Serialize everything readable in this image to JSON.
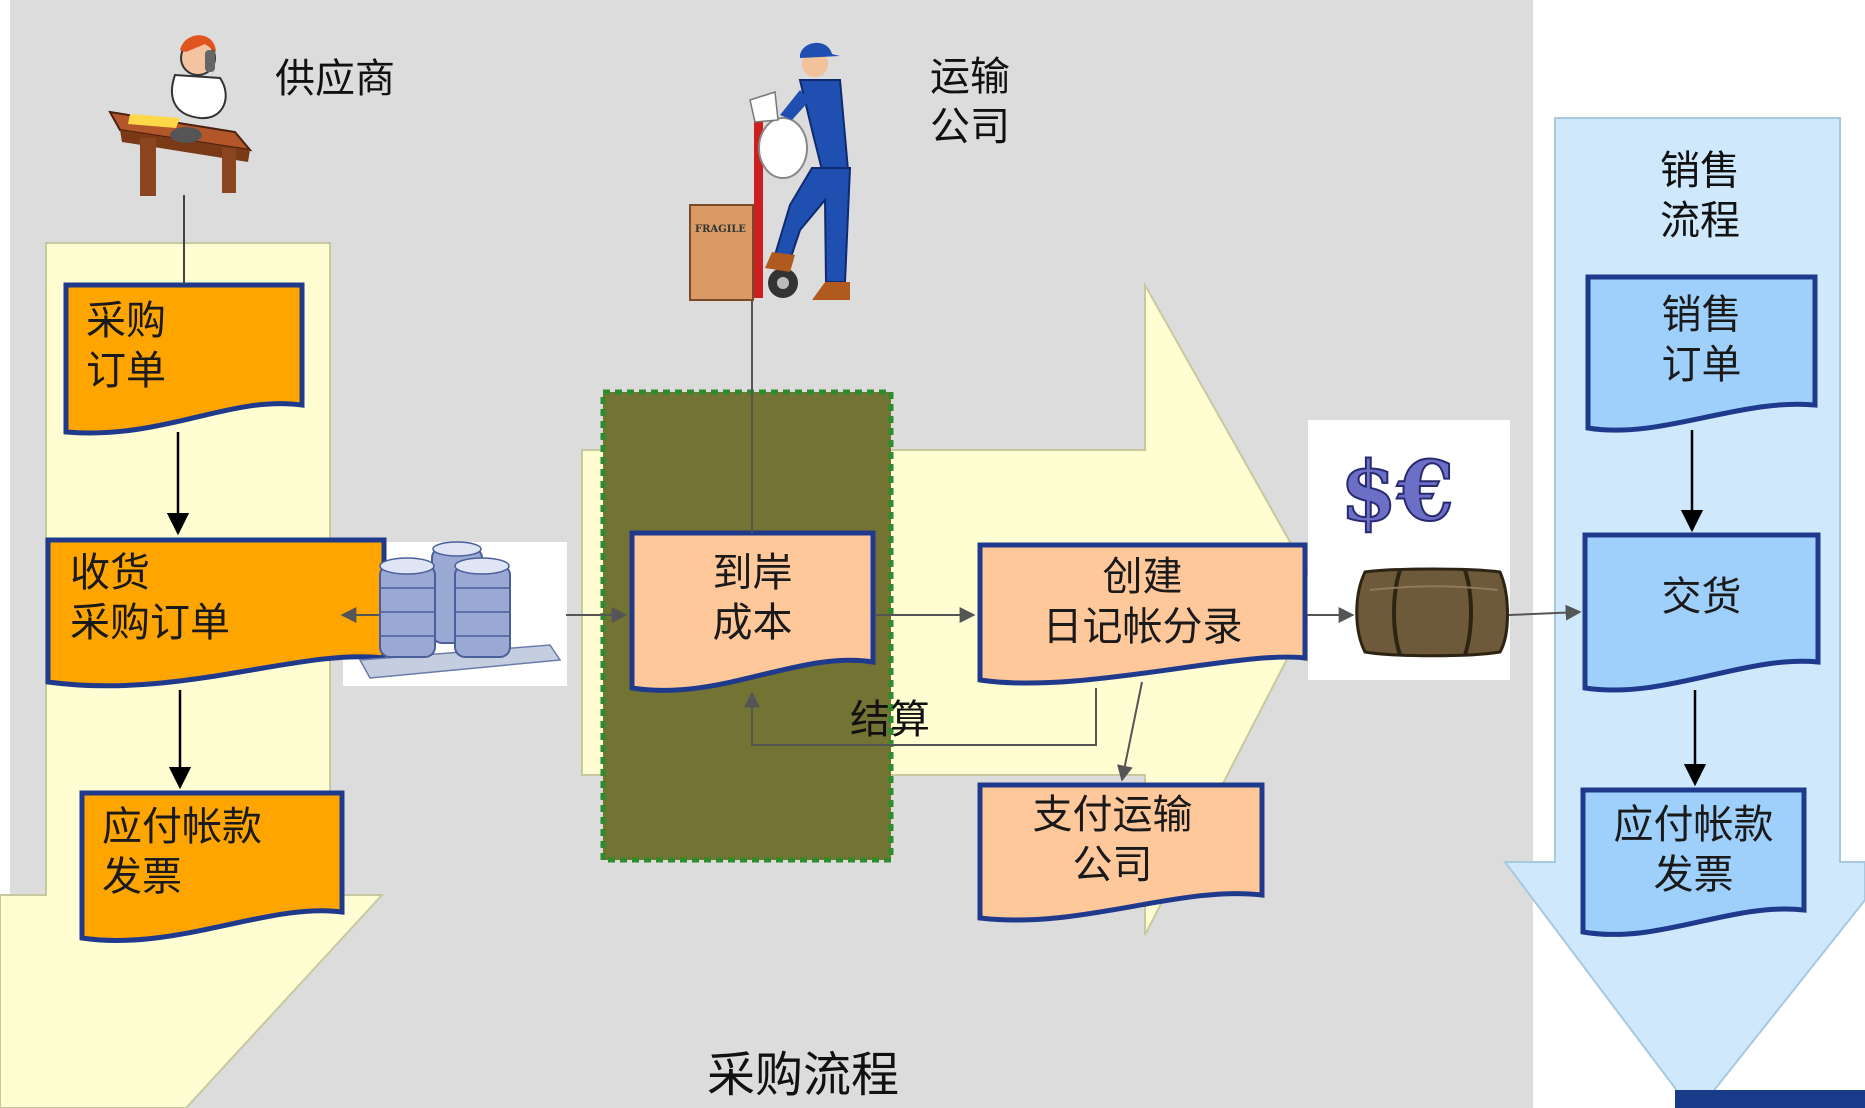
{
  "labels": {
    "supplier": "供应商",
    "transport_company": "运输\n公司",
    "sales_process": "销售\n流程",
    "settlement": "结算",
    "procurement_process": "采购流程",
    "fragile": "FRAGILE",
    "currency": "$€"
  },
  "documents": {
    "purchase_order": "采购\n订单",
    "goods_receipt": "收货\n采购订单",
    "ap_invoice": "应付帐款\n发票",
    "landed_cost": "到岸\n成本",
    "journal_entry": "创建\n日记帐分录",
    "pay_transport": "支付运输\n公司",
    "sales_order": "销售\n订单",
    "delivery": "交货",
    "sales_invoice": "应付帐款\n发票"
  },
  "colors": {
    "page_bg": "#ffffff",
    "panel_bg": "#dcdcdc",
    "procurement_arrow": "#fefed2",
    "sales_arrow": "#cfe8fb",
    "orange_doc": "#ffa500",
    "peach_doc": "#ffc89a",
    "blue_doc": "#9fd0fb",
    "doc_border": "#1f3a8c",
    "landed_cost_box": "#737333",
    "landed_cost_border": "#2e8b2e"
  }
}
